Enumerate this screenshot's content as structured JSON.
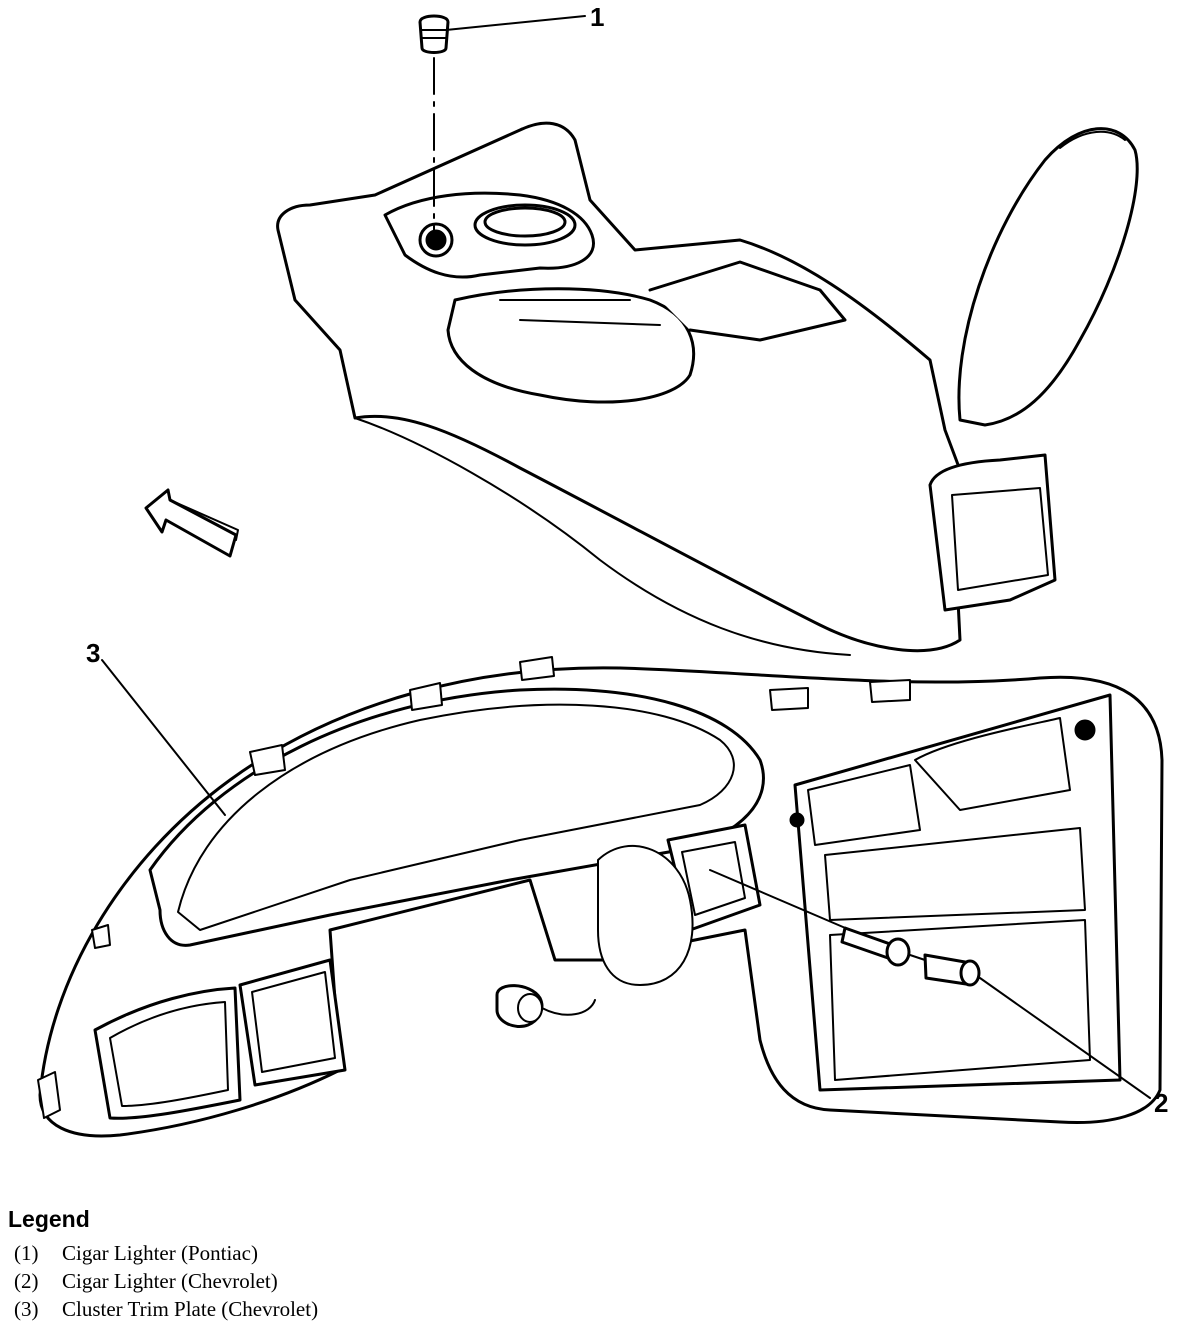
{
  "callouts": [
    "1",
    "2",
    "3"
  ],
  "legend": {
    "title": "Legend",
    "items": [
      {
        "num": "(1)",
        "label": "Cigar Lighter (Pontiac)"
      },
      {
        "num": "(2)",
        "label": "Cigar Lighter (Chevrolet)"
      },
      {
        "num": "(3)",
        "label": "Cluster Trim Plate (Chevrolet)"
      }
    ]
  },
  "colors": {
    "ink": "#000000",
    "paper": "#ffffff"
  }
}
